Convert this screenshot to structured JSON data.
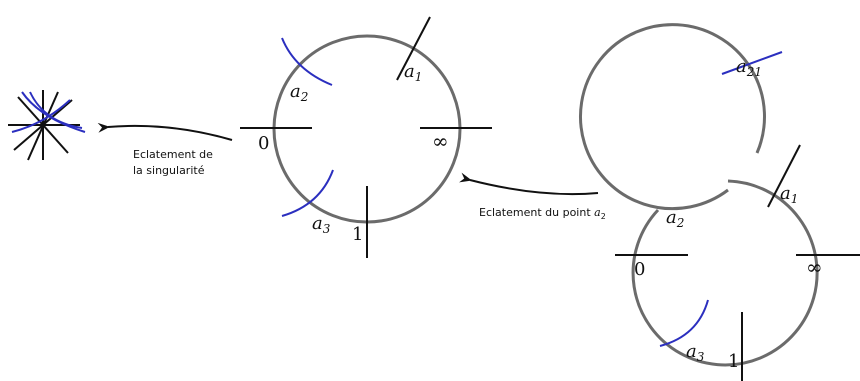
{
  "colors": {
    "circle": "#6b6b6b",
    "black_curve": "#111111",
    "blue_curve": "#2b2fbf"
  },
  "captions": {
    "blowup_singularity_line1": "Eclatement de",
    "blowup_singularity_line2": "la singularité",
    "blowup_point_text": "Eclatement du point ",
    "blowup_point_var": "a",
    "blowup_point_sub": "2"
  },
  "middle": {
    "label_a1": "a",
    "label_a1_sub": "1",
    "label_a2": "a",
    "label_a2_sub": "2",
    "label_a3": "a",
    "label_a3_sub": "3",
    "label_zero": "0",
    "label_one": "1",
    "label_infinity": "∞"
  },
  "right": {
    "label_a21": "a",
    "label_a21_sub": "21",
    "label_a1": "a",
    "label_a1_sub": "1",
    "label_a2": "a",
    "label_a2_sub": "2",
    "label_a3": "a",
    "label_a3_sub": "3",
    "label_zero": "0",
    "label_one": "1",
    "label_infinity": "∞"
  }
}
